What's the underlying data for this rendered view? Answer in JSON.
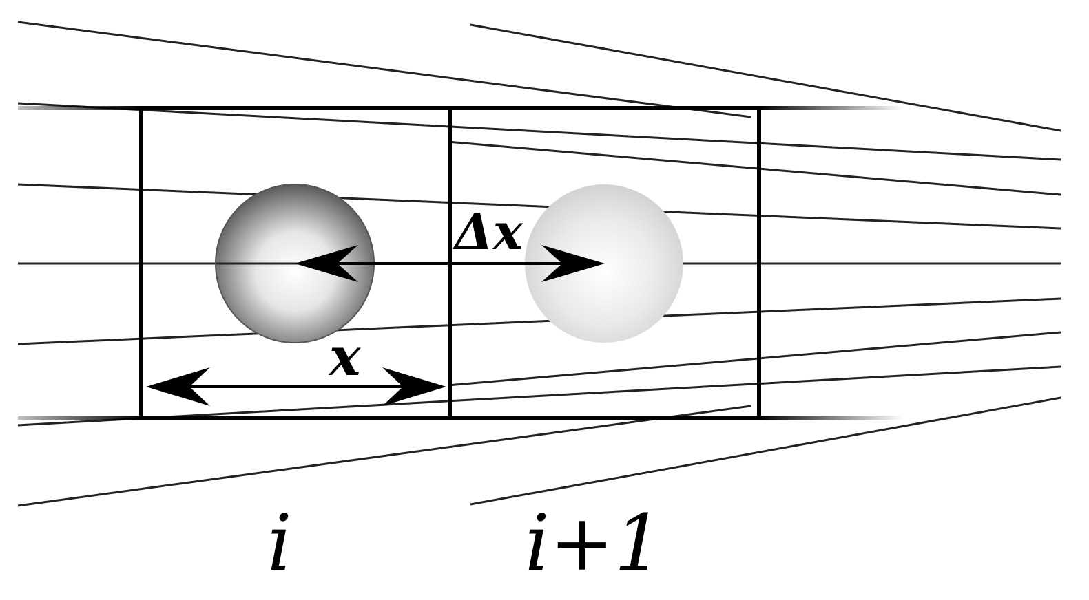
{
  "labels": {
    "delta_x": "Δx",
    "x": "x",
    "cell_i": "i",
    "cell_i_plus_1": "i+1"
  },
  "colors": {
    "line": "#000000",
    "background": "#ffffff",
    "particle_solid": "#7a7a7a",
    "particle_ghost": "#d0d0d0"
  }
}
